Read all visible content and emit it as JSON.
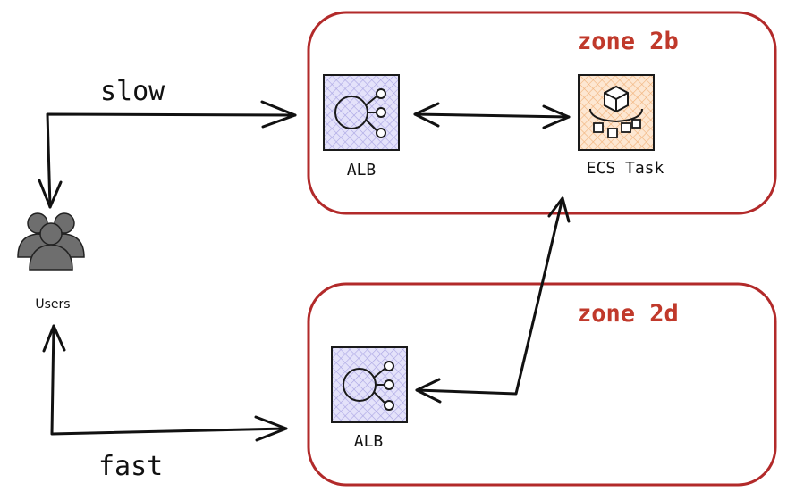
{
  "zones": [
    {
      "id": "zone-2b",
      "title": "zone 2b"
    },
    {
      "id": "zone-2d",
      "title": "zone 2d"
    }
  ],
  "nodes": {
    "users": {
      "label": "Users",
      "icon": "users-icon"
    },
    "alb_2b": {
      "label": "ALB",
      "icon": "load-balancer-icon"
    },
    "ecs_task": {
      "label": "ECS Task",
      "icon": "ecs-task-icon"
    },
    "alb_2d": {
      "label": "ALB",
      "icon": "load-balancer-icon"
    }
  },
  "edges": [
    {
      "from": "users",
      "to": "alb_2b",
      "label": "slow"
    },
    {
      "from": "users",
      "to": "alb_2d",
      "label": "fast"
    },
    {
      "from": "alb_2b",
      "to": "ecs_task",
      "label": ""
    },
    {
      "from": "alb_2d",
      "to": "ecs_task",
      "label": ""
    }
  ],
  "colors": {
    "zone_border": "#b22a2a",
    "zone_title": "#c0392b",
    "alb_fill": "#c9c6f0",
    "alb_border": "#1a1a1a",
    "ecs_fill": "#f6d1a8",
    "users_fill": "#6b6b6b"
  }
}
